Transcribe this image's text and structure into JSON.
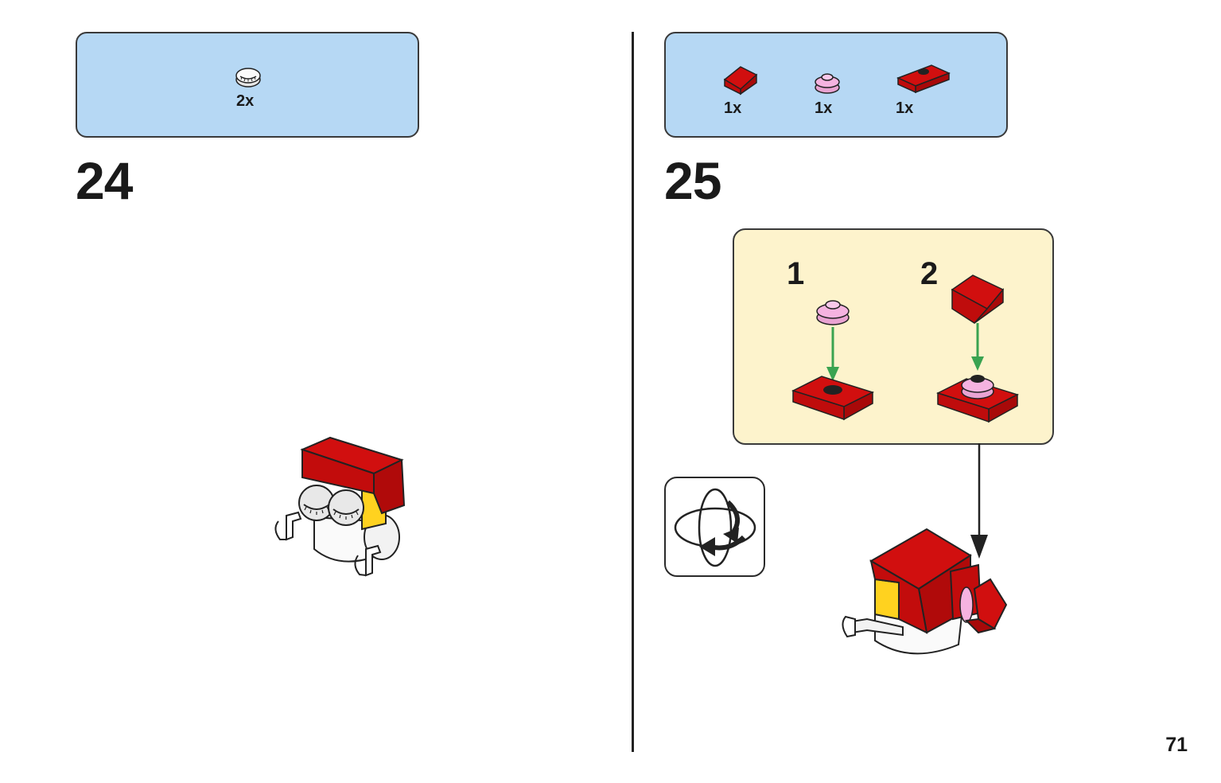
{
  "page_number": "71",
  "steps": [
    {
      "number": "24",
      "parts": [
        {
          "icon": "white-eye-tile-icon",
          "quantity": "2x"
        }
      ]
    },
    {
      "number": "25",
      "parts": [
        {
          "icon": "red-slope-brick-icon",
          "quantity": "1x"
        },
        {
          "icon": "pink-round-plate-icon",
          "quantity": "1x"
        },
        {
          "icon": "red-jumper-plate-icon",
          "quantity": "1x"
        }
      ],
      "sub_steps": [
        {
          "number": "1"
        },
        {
          "number": "2"
        }
      ]
    }
  ],
  "colors": {
    "parts_box": "#b6d8f4",
    "sub_box": "#fdf3cc",
    "brick_red": "#d10f0f",
    "pink": "#f5b3e0",
    "yellow": "#ffd21f",
    "arrow_green": "#3aa350"
  }
}
